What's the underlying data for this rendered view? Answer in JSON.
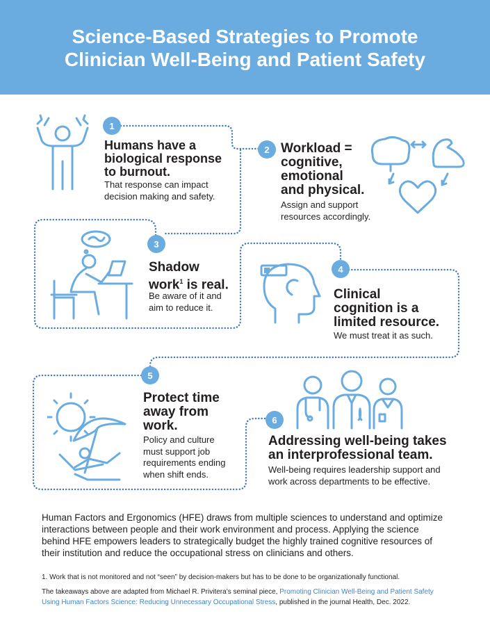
{
  "header": {
    "title_line1": "Science-Based Strategies to Promote",
    "title_line2": "Clinician Well-Being and Patient Safety"
  },
  "colors": {
    "accent": "#6aace0",
    "icon_stroke": "#6aace0",
    "text": "#231f20",
    "link": "#3f86c8"
  },
  "strategies": [
    {
      "number": "1",
      "title_lines": [
        "Humans have a",
        "biological response",
        "to burnout."
      ],
      "body_lines": [
        "That response can impact",
        "decision making and safety."
      ],
      "icon": "stressed-person-icon"
    },
    {
      "number": "2",
      "title_lines": [
        "Workload =",
        "cognitive,",
        "emotional",
        "and physical."
      ],
      "body_lines": [
        "Assign and support",
        "resources accordingly."
      ],
      "icon": "brain-muscle-heart-icon"
    },
    {
      "number": "3",
      "title_lines": [
        "Shadow",
        "work",
        "is real."
      ],
      "title_superscript": "1",
      "body_lines": [
        "Be aware of it and",
        "aim to reduce it."
      ],
      "icon": "person-at-desk-icon"
    },
    {
      "number": "4",
      "title_lines": [
        "Clinical",
        "cognition is a",
        "limited resource."
      ],
      "body_lines": [
        "We must treat it as such."
      ],
      "icon": "head-battery-icon"
    },
    {
      "number": "5",
      "title_lines": [
        "Protect time",
        "away from",
        "work."
      ],
      "body_lines": [
        "Policy and culture",
        "must support job",
        "requirements ending",
        "when shift ends."
      ],
      "icon": "beach-umbrella-icon"
    },
    {
      "number": "6",
      "title_lines": [
        "Addressing well-being takes",
        "an interprofessional team."
      ],
      "body_lines": [
        "Well-being requires leadership support and",
        "work across departments to be effective."
      ],
      "icon": "clinician-team-icon"
    }
  ],
  "summary_lines": [
    "Human Factors and Ergonomics (HFE) draws from multiple sciences to understand and optimize",
    "interactions between people and their work environment and process. Applying the science",
    "behind HFE empowers leaders to strategically budget the highly trained cognitive resources of",
    "their institution and reduce the occupational stress on clinicians and others."
  ],
  "footnotes": {
    "note1": "1. Work that is not monitored and not “seen” by decision-makers but has to be done to be organizationally functional.",
    "source_prefix": "The takeaways above are adapted from Michael R. Privitera’s seminal piece, ",
    "source_link_line1": "Promoting Clinician Well-Being and Patient Safety",
    "source_link_line2": "Using Human Factors Science: Reducing Unnecessary Occupational Stress",
    "source_suffix": ", published in the journal Health, Dec. 2022."
  }
}
